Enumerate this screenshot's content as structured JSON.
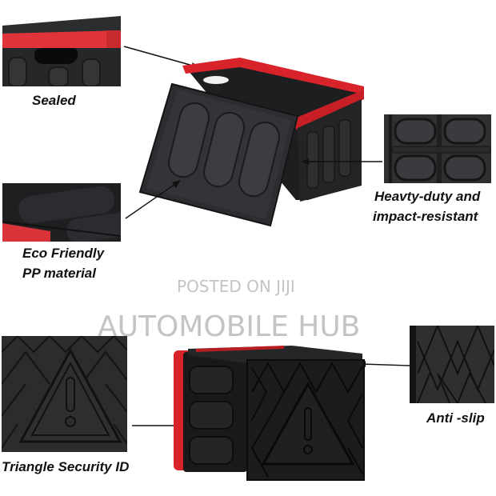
{
  "features": [
    {
      "id": "sealed",
      "label": "Sealed"
    },
    {
      "id": "heavy-duty",
      "label_line1": "Heavty-duty and",
      "label_line2": "impact-resistant"
    },
    {
      "id": "eco-friendly",
      "label_line1": "Eco Friendly",
      "label_line2": "PP material"
    },
    {
      "id": "anti-slip",
      "label": "Anti -slip"
    },
    {
      "id": "triangle-security",
      "label": "Triangle Security ID"
    }
  ],
  "watermark": {
    "line1": "POSTED ON JIJI",
    "line2": "AUTOMOBILE HUB"
  },
  "colors": {
    "box_black": "#1c1d1f",
    "accent_red": "#d8232a",
    "watermark_gray": "#c4c4c4"
  }
}
